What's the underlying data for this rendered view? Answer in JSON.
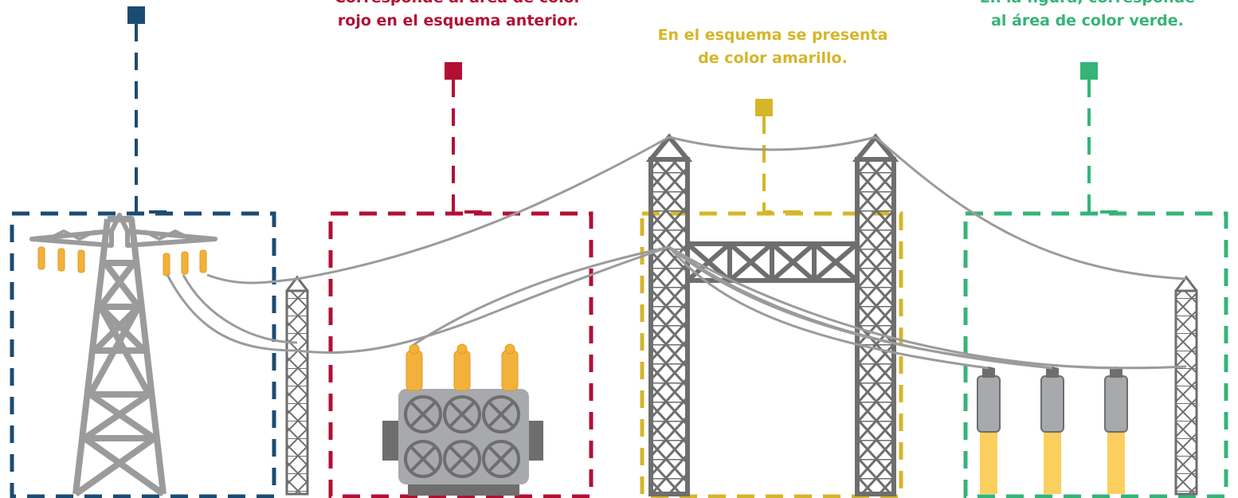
{
  "colors": {
    "blue": "#1c4b72",
    "red": "#b30f35",
    "yellow": "#d5b62a",
    "green": "#35b477",
    "structure": "#6e6e6e",
    "tower": "#9b9b9b",
    "insulator_orange": "#f2b13a",
    "bushing_yellow": "#fbcf5e"
  },
  "captions": {
    "red": {
      "line1": "Corresponde al área de color",
      "line2": "rojo en el esquema anterior."
    },
    "yellow": {
      "line1": "En el esquema se presenta",
      "line2": "de color amarillo."
    },
    "green": {
      "line1": "En la figura, corresponde",
      "line2": "al área de color verde."
    }
  }
}
